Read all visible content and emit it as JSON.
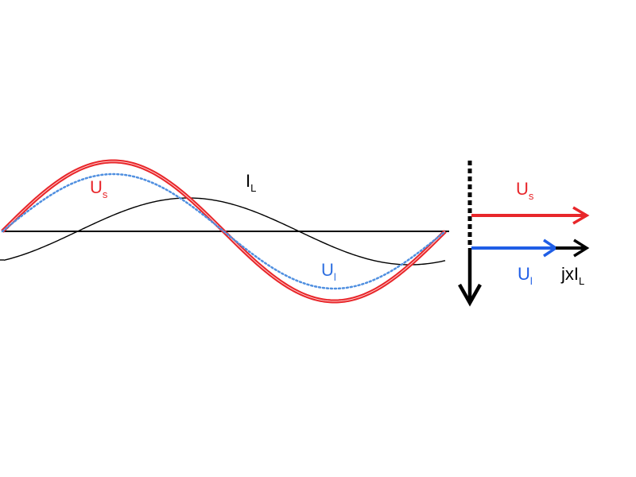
{
  "colors": {
    "source_voltage": "#e8262a",
    "load_voltage": "#2e6fe0",
    "load_voltage_dotted": "#4f8fe0",
    "reactance_drop": "#000000",
    "current": "#000000",
    "axis": "#000000"
  },
  "waveform_labels": {
    "us": {
      "main": "U",
      "sub": "s"
    },
    "ul": {
      "main": "U",
      "sub": "l"
    },
    "il": {
      "main": "I",
      "sub": "L"
    }
  },
  "phasor_labels": {
    "us": {
      "main": "U",
      "sub": "s"
    },
    "ul": {
      "main": "U",
      "sub": "l"
    },
    "jxil": {
      "main": "jxI",
      "sub": "L"
    }
  }
}
